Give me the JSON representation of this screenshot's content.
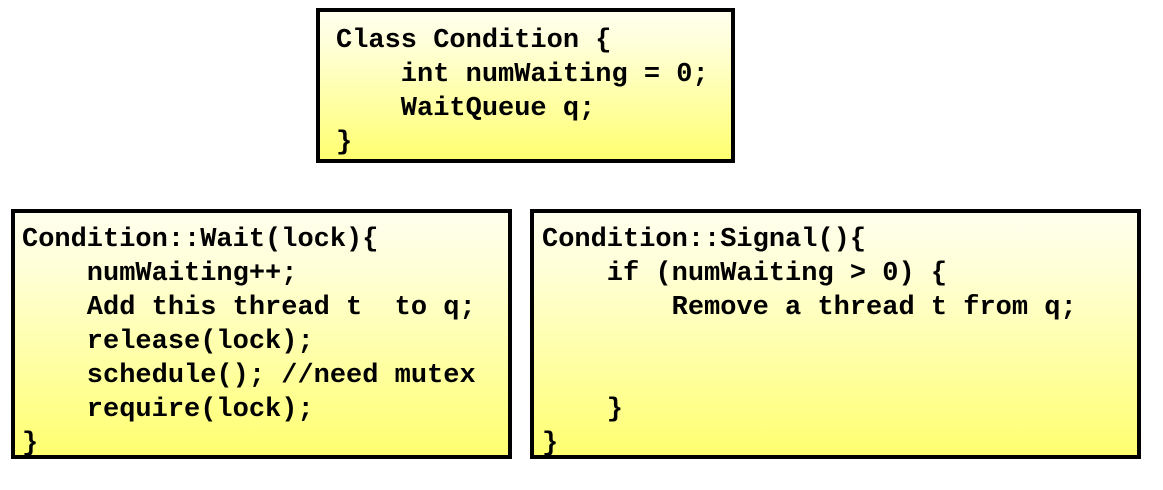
{
  "slide": {
    "background_color": "#ffffff",
    "box_border_color": "#000000",
    "box_gradient_top": "#ffffee",
    "box_gradient_bottom": "#ffff70",
    "text_color": "#000000"
  },
  "boxes": {
    "class_declaration": {
      "title": "Class Condition",
      "code": "Class Condition {\n    int numWaiting = 0;\n    WaitQueue q;\n}"
    },
    "wait_method": {
      "title": "Condition::Wait",
      "code": "Condition::Wait(lock){\n    numWaiting++;\n    Add this thread t  to q;\n    release(lock);\n    schedule(); //need mutex\n    require(lock);\n}"
    },
    "signal_method": {
      "title": "Condition::Signal",
      "code": "Condition::Signal(){\n    if (numWaiting > 0) {\n        Remove a thread t from q;\n\n\n    }\n}"
    }
  }
}
